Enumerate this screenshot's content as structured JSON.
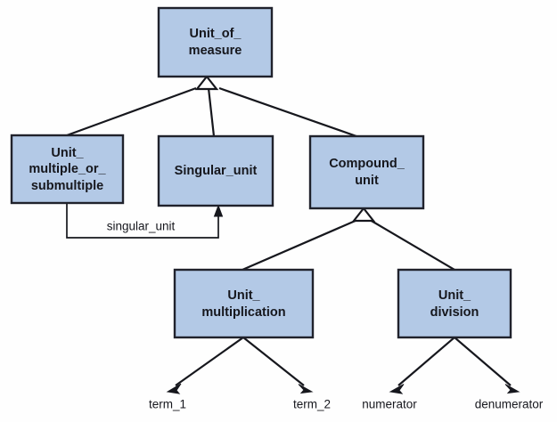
{
  "diagram": {
    "type": "uml-class-diagram",
    "background_color": "#fefefe",
    "box_fill_color": "#b3c9e6",
    "box_border_color": "#20222c",
    "line_color": "#16171d",
    "classes": [
      {
        "id": "unit_of_measure",
        "lines": [
          "Unit_of_",
          "measure"
        ],
        "line1": "Unit_of_",
        "line2": "measure"
      },
      {
        "id": "unit_multiple_or_submultiple",
        "lines": [
          "Unit_",
          "multiple_or_",
          "submultiple"
        ],
        "line1": "Unit_",
        "line2": "multiple_or_",
        "line3": "submultiple"
      },
      {
        "id": "singular_unit",
        "lines": [
          "Singular_unit"
        ],
        "line1": "Singular_unit"
      },
      {
        "id": "compound_unit",
        "lines": [
          "Compound_",
          "unit"
        ],
        "line1": "Compound_",
        "line2": "unit"
      },
      {
        "id": "unit_multiplication",
        "lines": [
          "Unit_",
          "multiplication"
        ],
        "line1": "Unit_",
        "line2": "multiplication"
      },
      {
        "id": "unit_division",
        "lines": [
          "Unit_",
          "division"
        ],
        "line1": "Unit_",
        "line2": "division"
      }
    ],
    "associations": [
      {
        "id": "singular_unit_assoc",
        "label": "singular_unit",
        "from": "unit_multiple_or_submultiple",
        "to": "singular_unit",
        "arrow": "open-filled"
      }
    ],
    "roles": [
      {
        "id": "term_1",
        "label": "term_1",
        "owner": "unit_multiplication"
      },
      {
        "id": "term_2",
        "label": "term_2",
        "owner": "unit_multiplication"
      },
      {
        "id": "numerator",
        "label": "numerator",
        "owner": "unit_division"
      },
      {
        "id": "denumerator",
        "label": "denumerator",
        "owner": "unit_division"
      }
    ],
    "generalizations": [
      {
        "child": "unit_multiple_or_submultiple",
        "parent": "unit_of_measure"
      },
      {
        "child": "singular_unit",
        "parent": "unit_of_measure"
      },
      {
        "child": "compound_unit",
        "parent": "unit_of_measure"
      },
      {
        "child": "unit_multiplication",
        "parent": "compound_unit"
      },
      {
        "child": "unit_division",
        "parent": "compound_unit"
      }
    ]
  }
}
